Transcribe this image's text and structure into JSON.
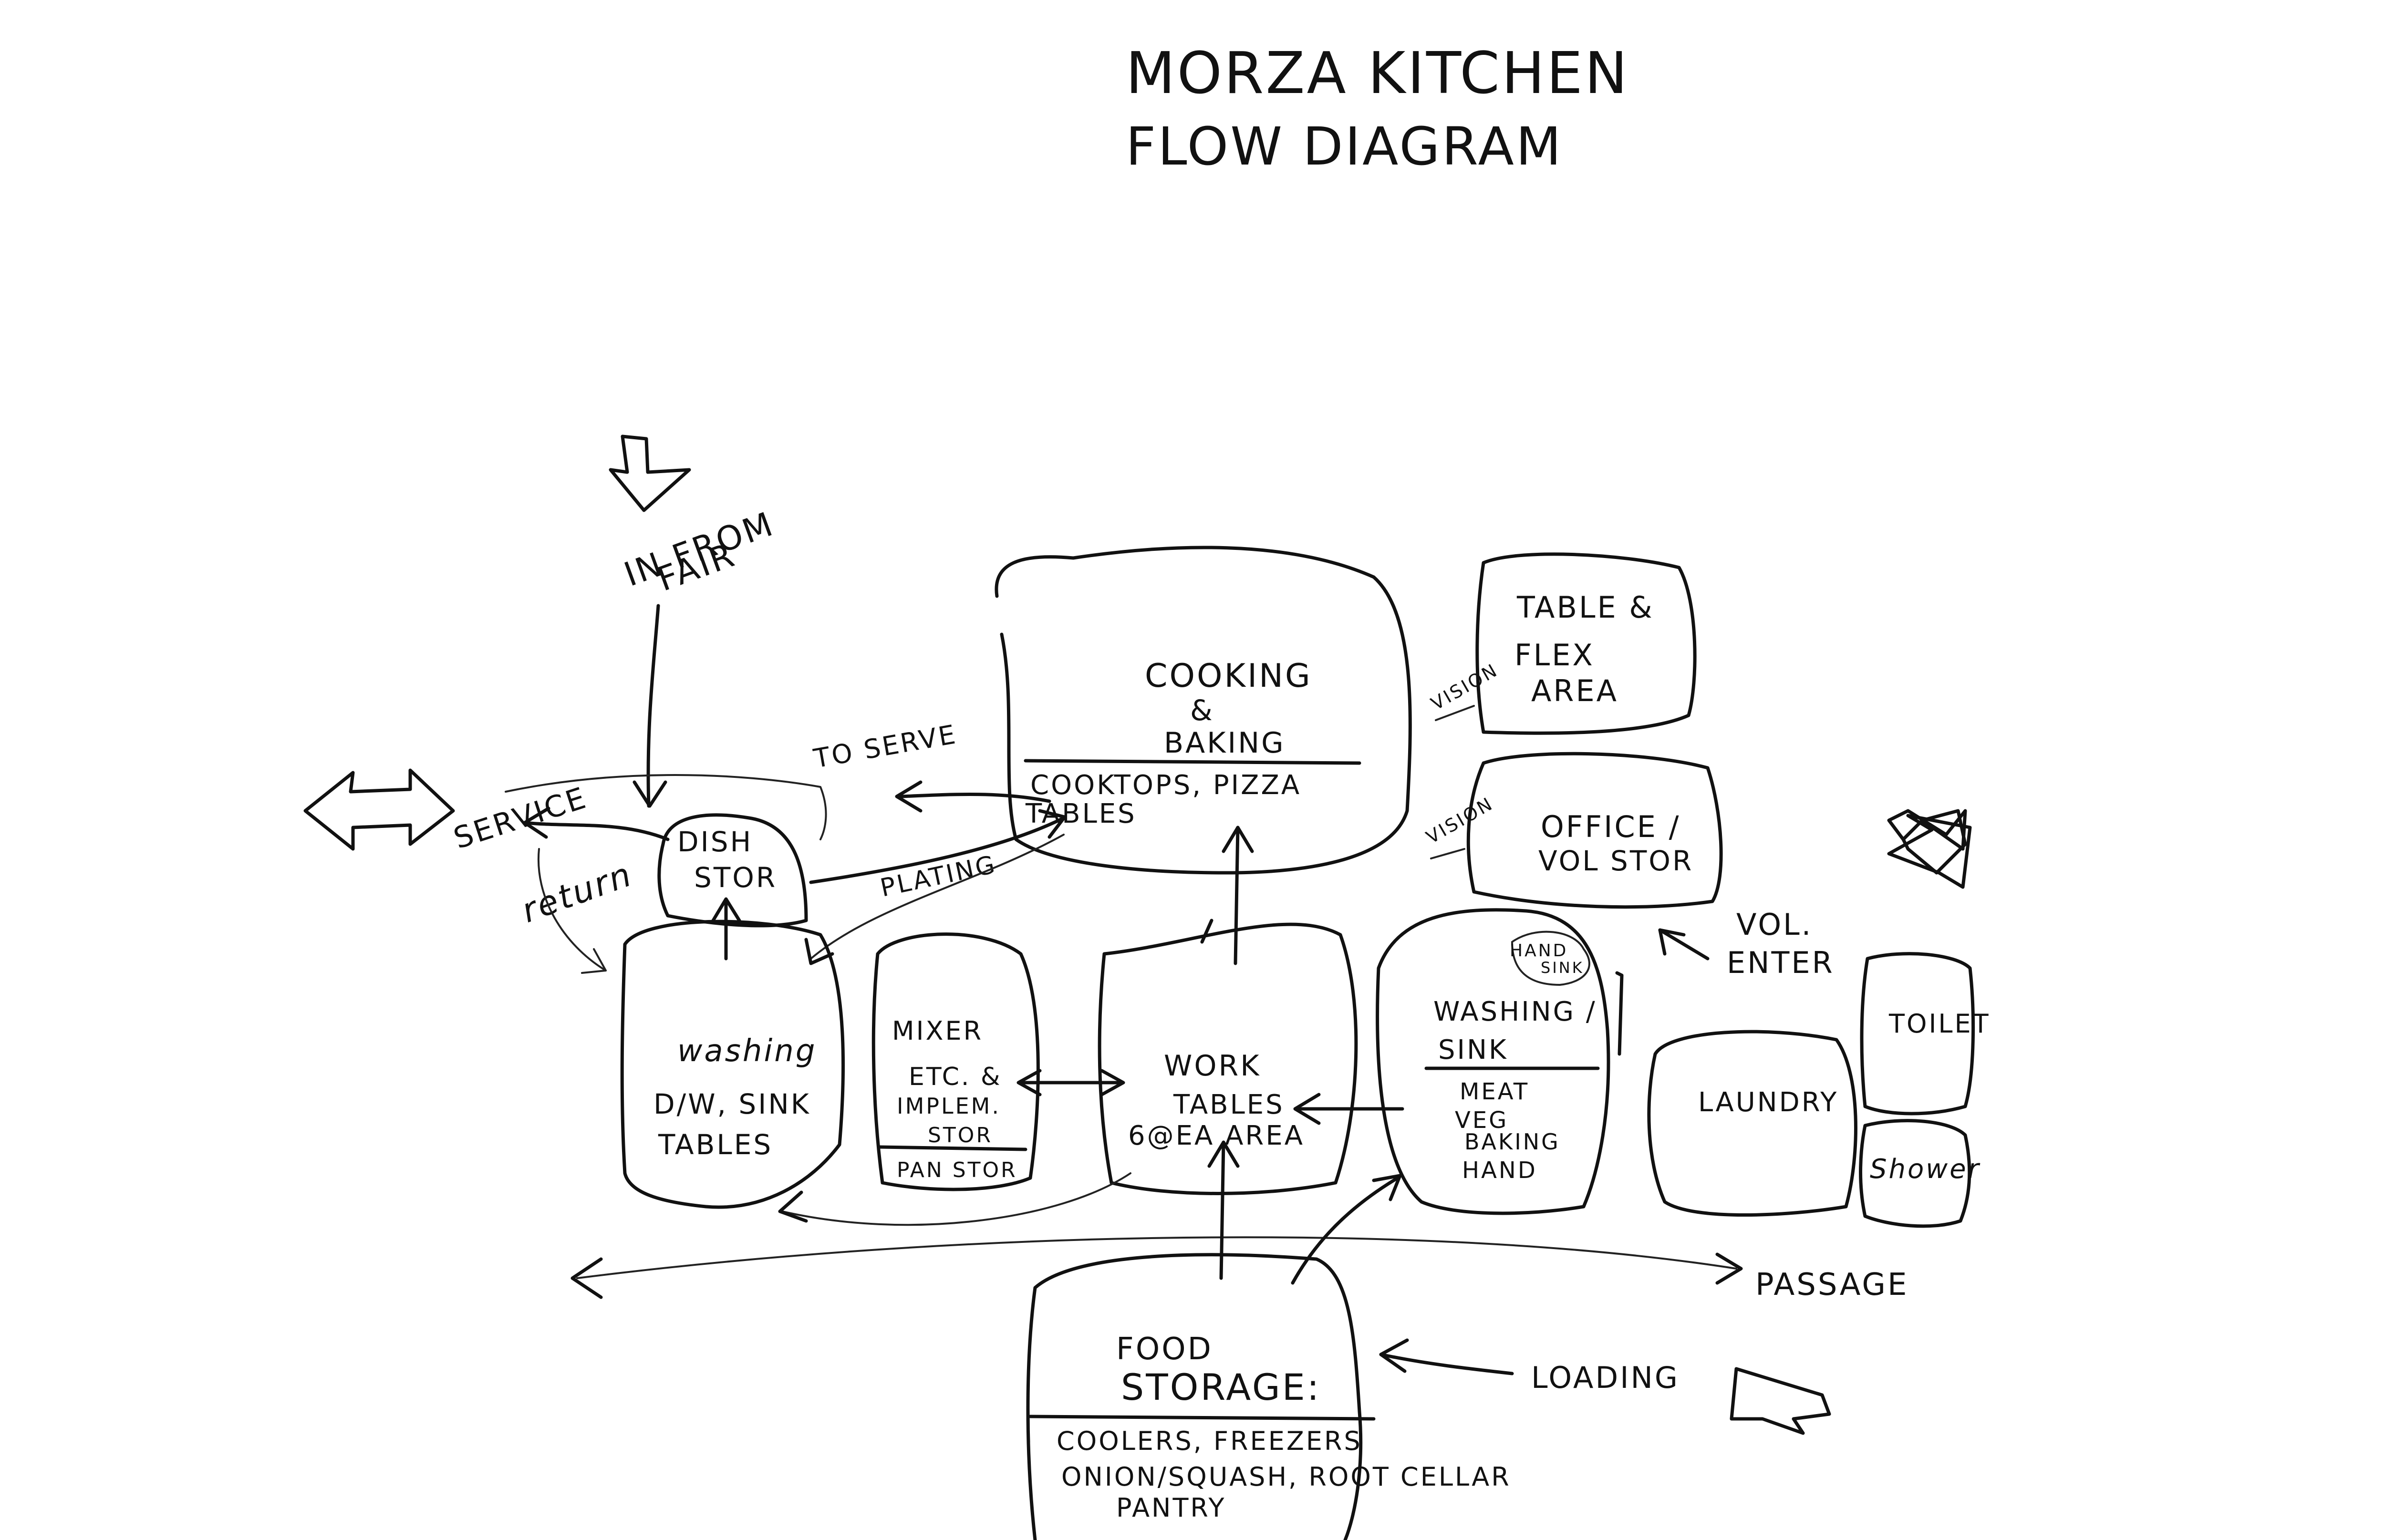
{
  "title": {
    "line1": "MORZA KITCHEN",
    "line2": "FLOW DIAGRAM"
  },
  "entries": {
    "in_from_fair_1": "IN FROM",
    "in_from_fair_2": "FAIR",
    "service": "SERVICE",
    "return": "return",
    "to_serve": "TO SERVE",
    "plating": "PLATING",
    "vol_enter_1": "VOL.",
    "vol_enter_2": "ENTER",
    "passage": "PASSAGE",
    "loading": "LOADING",
    "vision_1": "VISION",
    "vision_2": "VISION"
  },
  "zones": {
    "cooking": {
      "line1": "COOKING",
      "line2": "&",
      "line3": "BAKING",
      "sub1": "COOKTOPS, PIZZA",
      "sub2": "TABLES"
    },
    "table_flex": {
      "line1": "TABLE &",
      "line2": "FLEX",
      "line3": "AREA"
    },
    "office": {
      "line1": "OFFICE /",
      "line2": "VOL STOR"
    },
    "dish": {
      "line1": "DISH",
      "line2": "STOR"
    },
    "washing": {
      "line1": "washing",
      "line2": "D/W, SINK",
      "line3": "TABLES"
    },
    "mixer": {
      "line1": "MIXER",
      "line2": "ETC. &",
      "line3": "IMPLEM.",
      "line4": "STOR",
      "sub": "PAN STOR"
    },
    "work": {
      "line1": "WORK",
      "line2": "TABLES",
      "line3": "6@EA AREA"
    },
    "washing_sink": {
      "line1": "WASHING /",
      "line2": "SINK",
      "sub1": "MEAT",
      "sub2": "VEG",
      "sub3": "BAKING",
      "sub4": "HAND"
    },
    "hand_sink": {
      "line1": "HAND",
      "line2": "SINK"
    },
    "laundry": {
      "line1": "LAUNDRY"
    },
    "toilet": {
      "line1": "TOILET"
    },
    "shower": {
      "line1": "Shower"
    },
    "food_storage": {
      "line1": "FOOD",
      "line2": "STORAGE:",
      "sub1": "COOLERS, FREEZERS",
      "sub2": "ONION/SQUASH, ROOT CELLAR",
      "sub3": "PANTRY"
    }
  }
}
